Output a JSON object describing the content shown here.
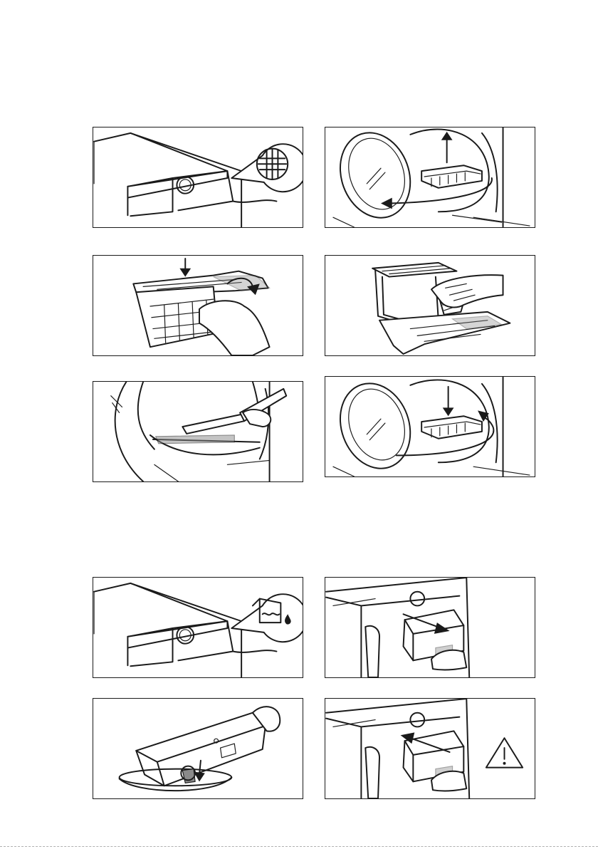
{
  "page": {
    "section_one": {
      "panels": [
        {
          "id": "p1",
          "icon": "filter-grid-icon"
        },
        {
          "id": "p2",
          "icon": "arrow-up-icon"
        },
        {
          "id": "p3",
          "icon": "arrow-down-icon"
        },
        {
          "id": "p4",
          "icon": "hand-icon"
        },
        {
          "id": "p5",
          "icon": "vacuum-nozzle-icon"
        },
        {
          "id": "p6",
          "icon": "arrow-down-icon"
        }
      ]
    },
    "section_two": {
      "panels": [
        {
          "id": "p7",
          "icon": "water-container-icon"
        },
        {
          "id": "p8",
          "icon": "arrow-right-icon"
        },
        {
          "id": "p9",
          "icon": "arrow-down-icon"
        },
        {
          "id": "p10",
          "icon": "warning-icon"
        }
      ]
    }
  },
  "colors": {
    "line": "#1a1a1a",
    "background": "#ffffff",
    "grey": "#8a8a8a"
  }
}
